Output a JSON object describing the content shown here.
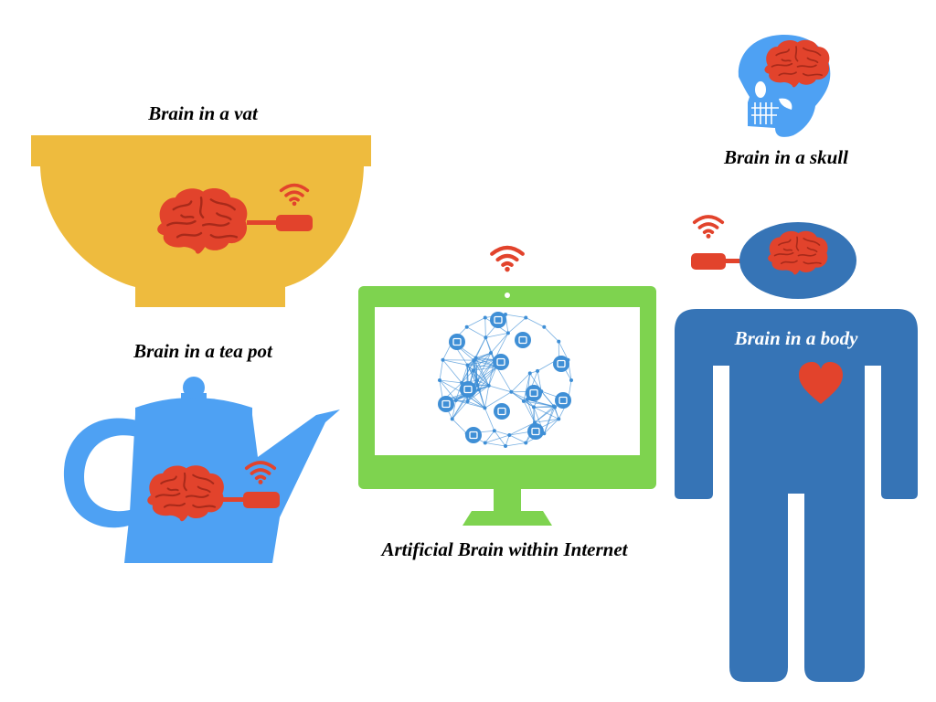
{
  "captions": {
    "vat": "Brain in a vat",
    "teapot": "Brain in a tea pot",
    "skull": "Brain in a skull",
    "body": "Brain in a body",
    "internet": "Artificial Brain within Internet"
  },
  "colors": {
    "vat": "#EEBB3E",
    "teapot": "#4EA1F3",
    "skull": "#4EA1F3",
    "body": "#3674B6",
    "monitor": "#7ED34F",
    "network": "#3F8FD6",
    "brain": "#E2432C",
    "brain_lines": "#A82A1A",
    "wifi": "#E2432C",
    "plug": "#E2432C",
    "heart": "#E2432C"
  },
  "icons": [
    "brain-icon",
    "wifi-icon",
    "plug-icon",
    "heart-icon",
    "skull-icon",
    "network-globe-icon"
  ]
}
